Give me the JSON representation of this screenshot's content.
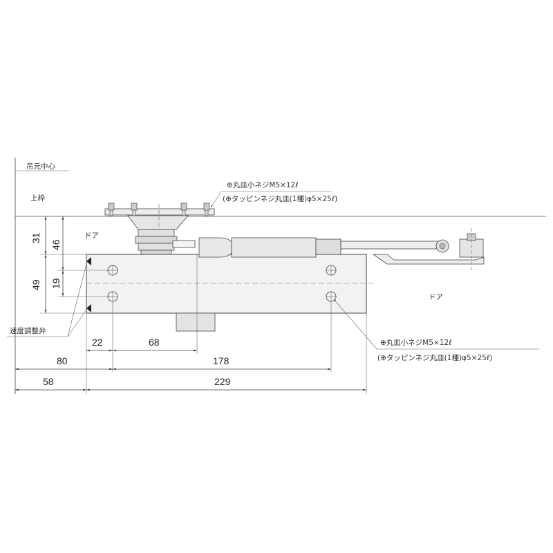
{
  "labels": {
    "hinge_center": "吊元中心",
    "top_frame": "上枠",
    "door_left": "ドア",
    "door_right": "ドア",
    "speed_valve": "速度調整弁"
  },
  "screws_top": {
    "line1": "⊕丸皿小ネジM5×12ℓ",
    "line2": "(⊕タッピンネジ丸皿(1種)φ5×25ℓ)"
  },
  "screws_body": {
    "line1": "⊕丸皿小ネジM5×12ℓ",
    "line2": "(⊕タッピンネジ丸皿(1種)φ5×25ℓ)"
  },
  "dimensions": {
    "d31": "31",
    "d46": "46",
    "d49": "49",
    "d19": "19",
    "d22": "22",
    "d68": "68",
    "d80": "80",
    "d178": "178",
    "d58": "58",
    "d229": "229"
  },
  "colors": {
    "body_fill": "#f2f2f2",
    "line": "#444444",
    "arm_fill": "#e8e8e8"
  }
}
